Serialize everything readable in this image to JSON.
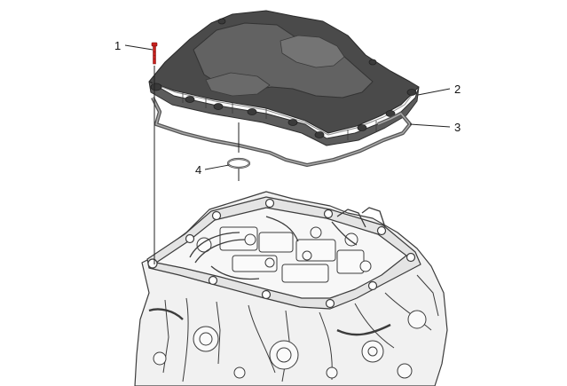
{
  "callouts": [
    {
      "id": "1",
      "label": "1"
    },
    {
      "id": "2",
      "label": "2"
    },
    {
      "id": "3",
      "label": "3"
    },
    {
      "id": "4",
      "label": "4"
    }
  ],
  "colors": {
    "bolt": "#c8201c",
    "cover_dark": "#4a4a4a",
    "cover_mid": "#5c5c5c",
    "cover_light": "#737373",
    "gasket": "#6a6a6a",
    "casting_fill": "#f1f1f1",
    "casting_line": "#3c3c3c",
    "leader": "#222222"
  },
  "icons": [
    "bolt-icon",
    "oring-icon"
  ]
}
